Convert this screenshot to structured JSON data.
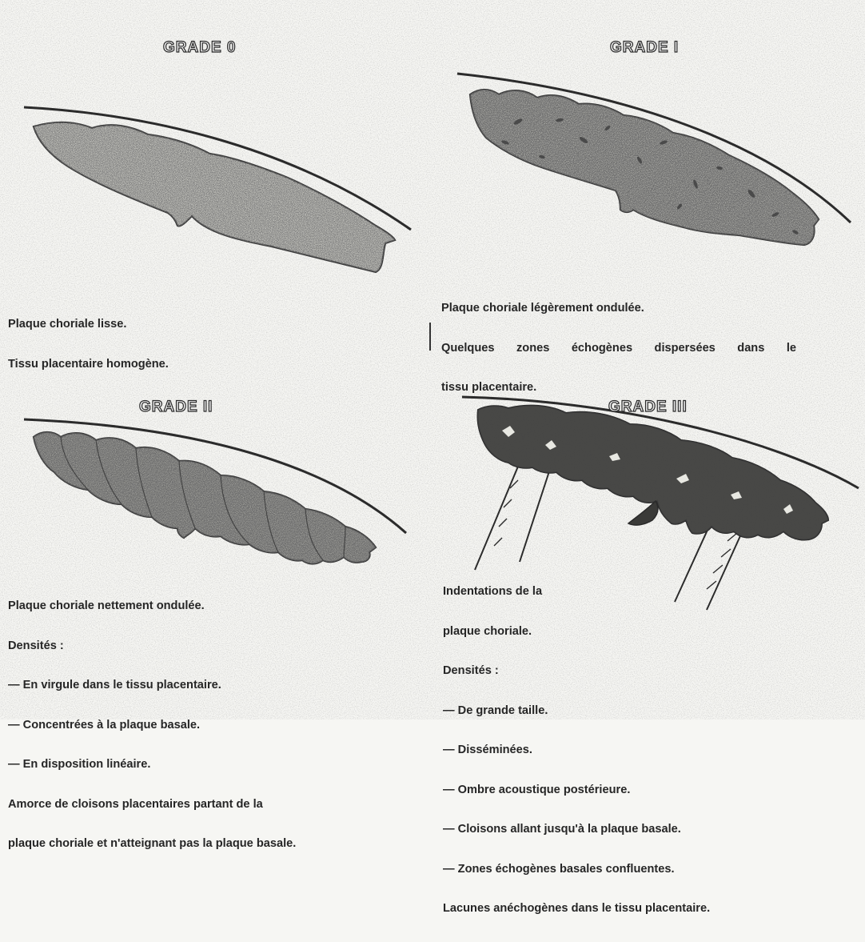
{
  "grade0": {
    "title": "GRADE 0",
    "caption": [
      "Plaque choriale lisse.",
      "Tissu placentaire homogène."
    ]
  },
  "grade1": {
    "title": "GRADE I",
    "caption": [
      "Plaque choriale légèrement ondulée.",
      "Quelques zones échogènes dispersées dans le",
      "tissu placentaire."
    ]
  },
  "grade2": {
    "title": "GRADE II",
    "caption": [
      "Plaque choriale nettement ondulée.",
      "Densités :",
      "— En virgule dans le tissu placentaire.",
      "— Concentrées à la plaque basale.",
      "— En disposition linéaire.",
      "Amorce de cloisons placentaires partant de la",
      "plaque choriale et n'atteignant pas la plaque basale."
    ]
  },
  "grade3": {
    "title": "GRADE III",
    "caption": [
      "Indentations de la",
      "plaque choriale.",
      "Densités :",
      "— De grande taille.",
      "— Disséminées.",
      "— Ombre acoustique postérieure.",
      "— Cloisons allant jusqu'à la plaque basale.",
      "— Zones échogènes basales confluentes.",
      "Lacunes anéchogènes dans le tissu placentaire."
    ]
  }
}
